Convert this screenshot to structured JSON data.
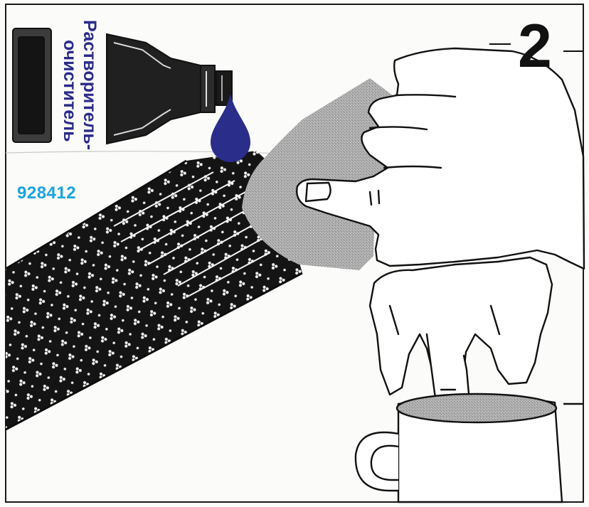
{
  "step": {
    "number": "2"
  },
  "product": {
    "name_line1": "Растворитель-",
    "name_line2": "очиститель",
    "article_number": "928412"
  },
  "colors": {
    "ink": "#111111",
    "label_text": "#2a2b88",
    "article_text": "#1aa3e0",
    "drop": "#2a2d8a",
    "stipple_shade": "#a8a8a8",
    "fabric": "#141414"
  },
  "icons": {
    "drop": "solvent-drop-icon",
    "bottle": "solvent-bottle-illustration"
  }
}
